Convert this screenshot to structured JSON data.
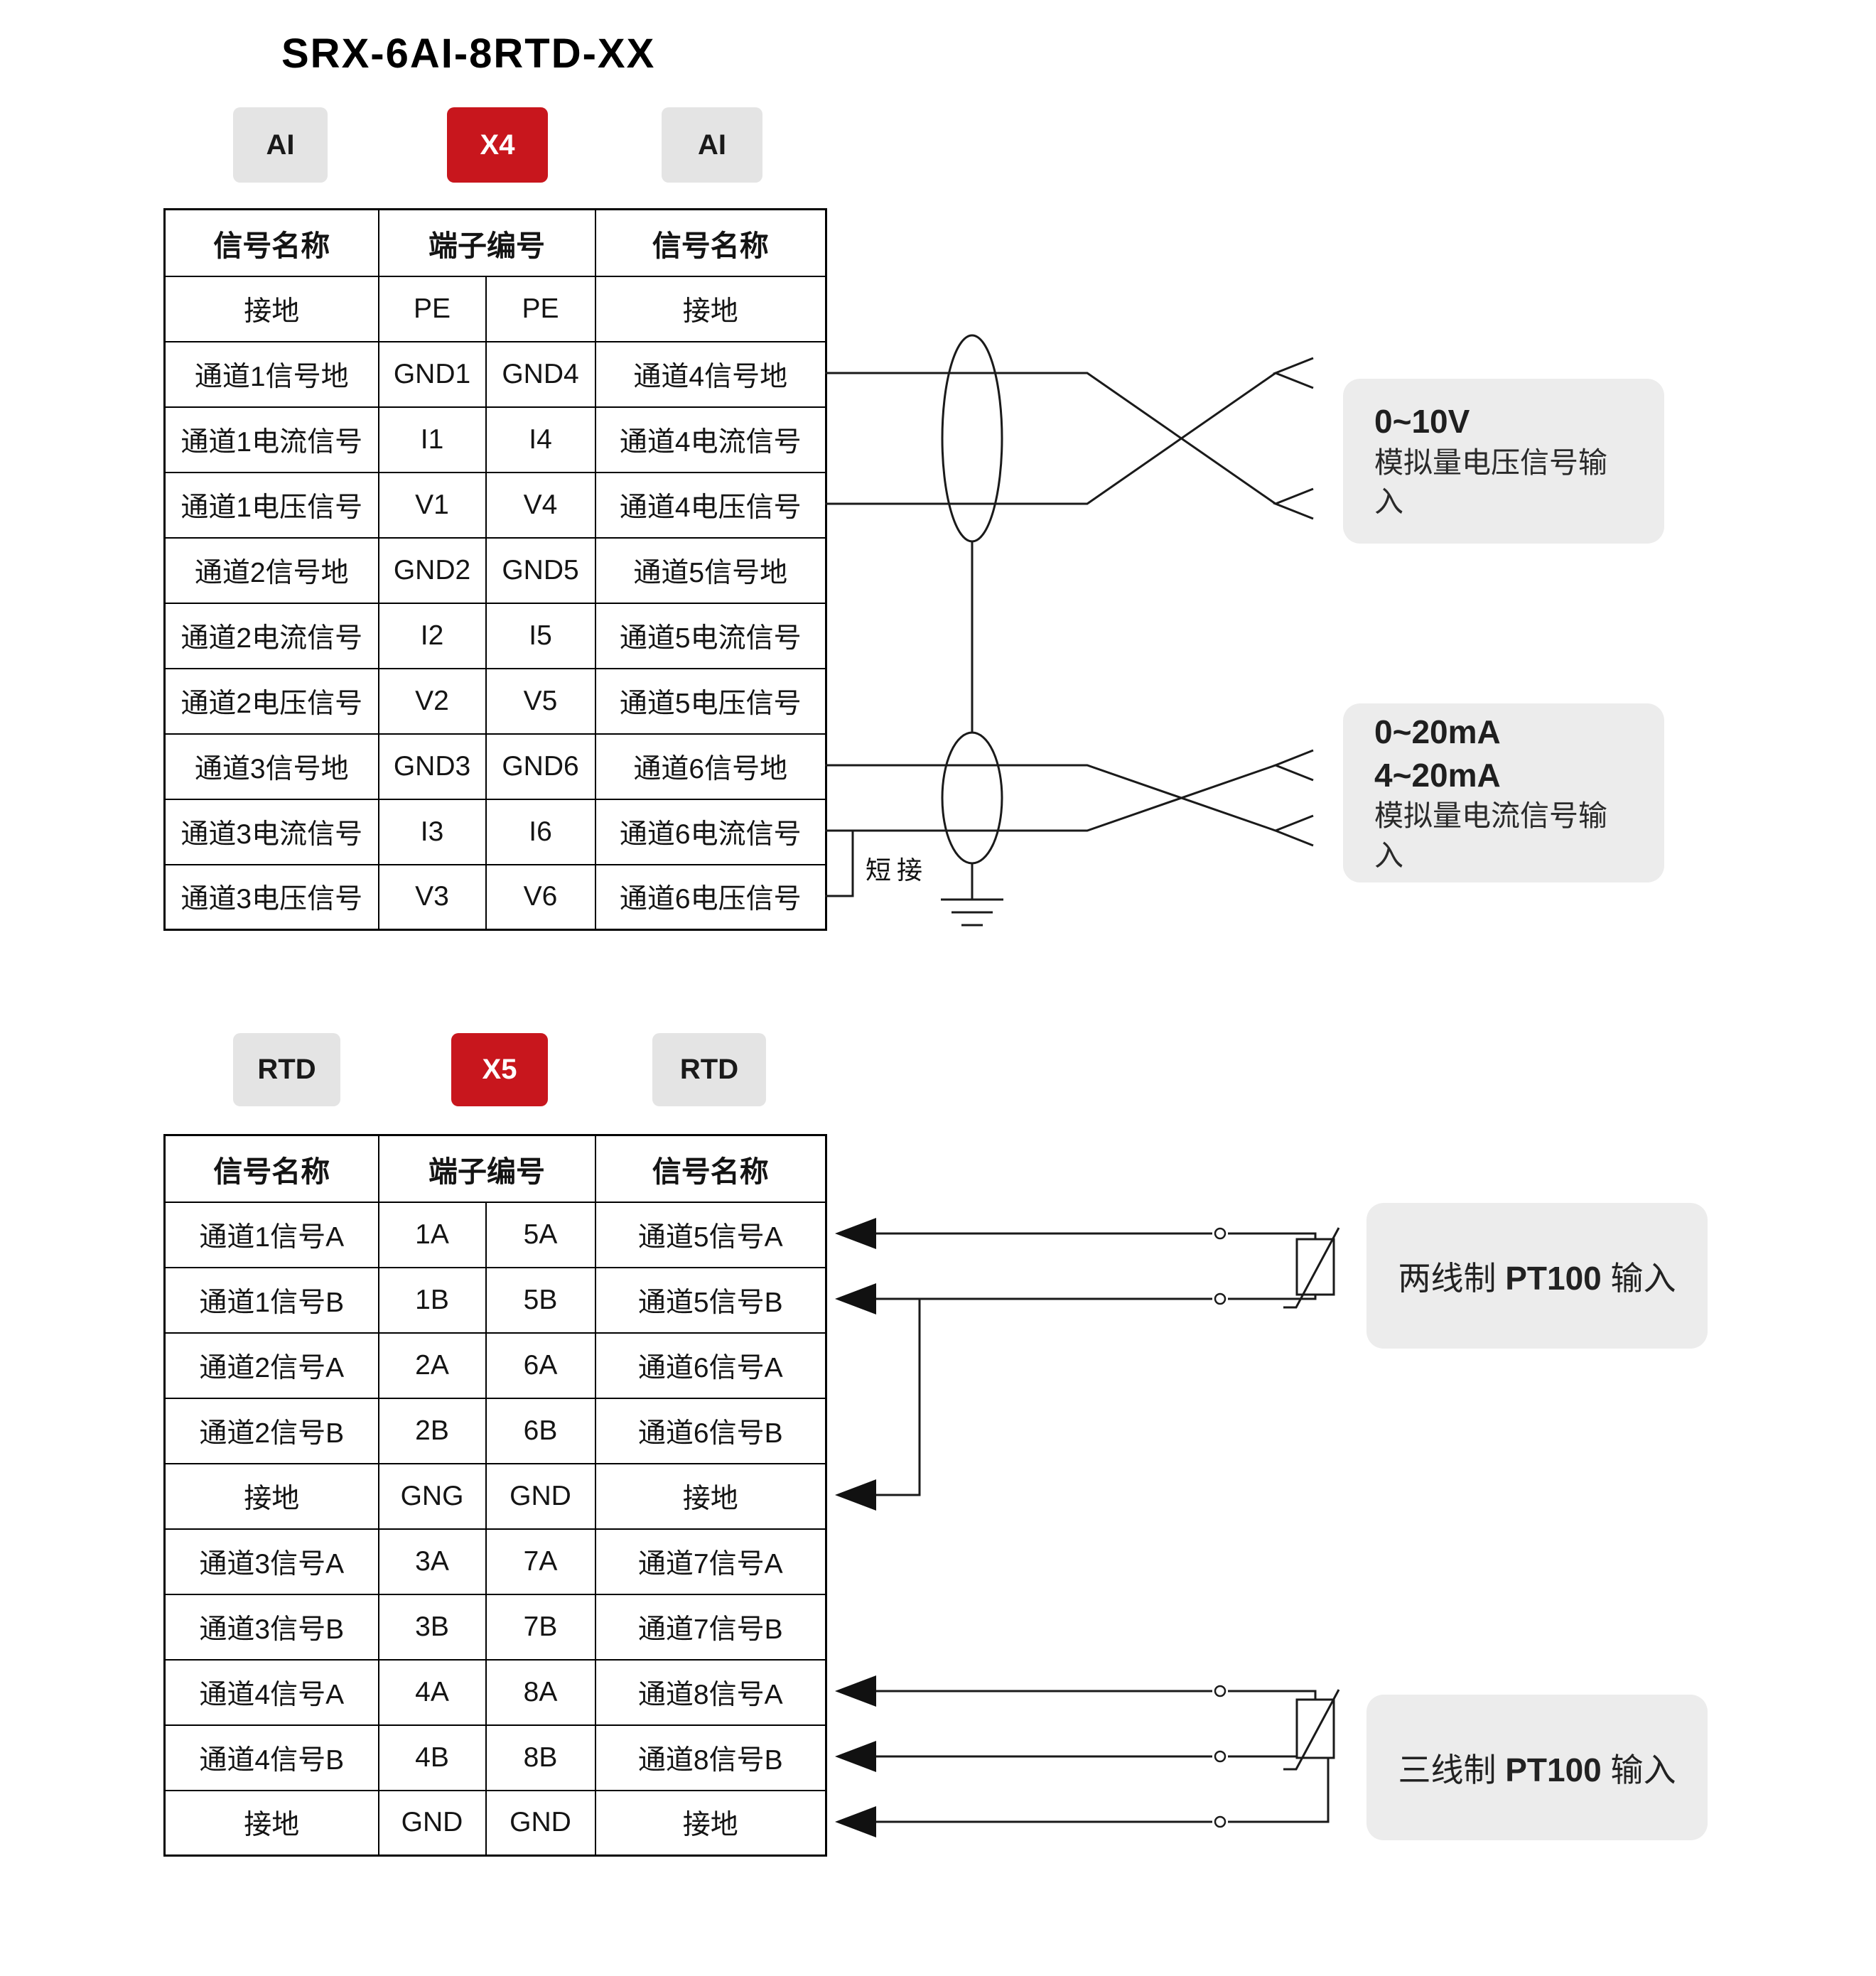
{
  "title": "SRX-6AI-8RTD-XX",
  "x4": {
    "badges": {
      "left": "AI",
      "center": "X4",
      "right": "AI"
    },
    "headers": [
      "信号名称",
      "端子编号",
      "信号名称"
    ],
    "rows": [
      [
        "接地",
        "PE",
        "PE",
        "接地"
      ],
      [
        "通道1信号地",
        "GND1",
        "GND4",
        "通道4信号地"
      ],
      [
        "通道1电流信号",
        "I1",
        "I4",
        "通道4电流信号"
      ],
      [
        "通道1电压信号",
        "V1",
        "V4",
        "通道4电压信号"
      ],
      [
        "通道2信号地",
        "GND2",
        "GND5",
        "通道5信号地"
      ],
      [
        "通道2电流信号",
        "I2",
        "I5",
        "通道5电流信号"
      ],
      [
        "通道2电压信号",
        "V2",
        "V5",
        "通道5电压信号"
      ],
      [
        "通道3信号地",
        "GND3",
        "GND6",
        "通道6信号地"
      ],
      [
        "通道3电流信号",
        "I3",
        "I6",
        "通道6电流信号"
      ],
      [
        "通道3电压信号",
        "V3",
        "V6",
        "通道6电压信号"
      ]
    ],
    "short_link_label": "短接",
    "voltage_note": {
      "line1": "0~10V",
      "line2": "模拟量电压信号输入"
    },
    "current_note": {
      "line1": "0~20mA",
      "line2": "4~20mA",
      "line3": "模拟量电流信号输入"
    }
  },
  "x5": {
    "badges": {
      "left": "RTD",
      "center": "X5",
      "right": "RTD"
    },
    "headers": [
      "信号名称",
      "端子编号",
      "信号名称"
    ],
    "rows": [
      [
        "通道1信号A",
        "1A",
        "5A",
        "通道5信号A"
      ],
      [
        "通道1信号B",
        "1B",
        "5B",
        "通道5信号B"
      ],
      [
        "通道2信号A",
        "2A",
        "6A",
        "通道6信号A"
      ],
      [
        "通道2信号B",
        "2B",
        "6B",
        "通道6信号B"
      ],
      [
        "接地",
        "GNG",
        "GND",
        "接地"
      ],
      [
        "通道3信号A",
        "3A",
        "7A",
        "通道7信号A"
      ],
      [
        "通道3信号B",
        "3B",
        "7B",
        "通道7信号B"
      ],
      [
        "通道4信号A",
        "4A",
        "8A",
        "通道8信号A"
      ],
      [
        "通道4信号B",
        "4B",
        "8B",
        "通道8信号B"
      ],
      [
        "接地",
        "GND",
        "GND",
        "接地"
      ]
    ],
    "two_wire_note": {
      "prefix": "两线制 ",
      "bold": "PT100",
      "suffix": " 输入"
    },
    "three_wire_note": {
      "prefix": "三线制 ",
      "bold": "PT100",
      "suffix": " 输入"
    }
  },
  "colors": {
    "badge_red": "#c8161d",
    "badge_gray": "#e4e4e4",
    "note_bg": "#ececec"
  }
}
